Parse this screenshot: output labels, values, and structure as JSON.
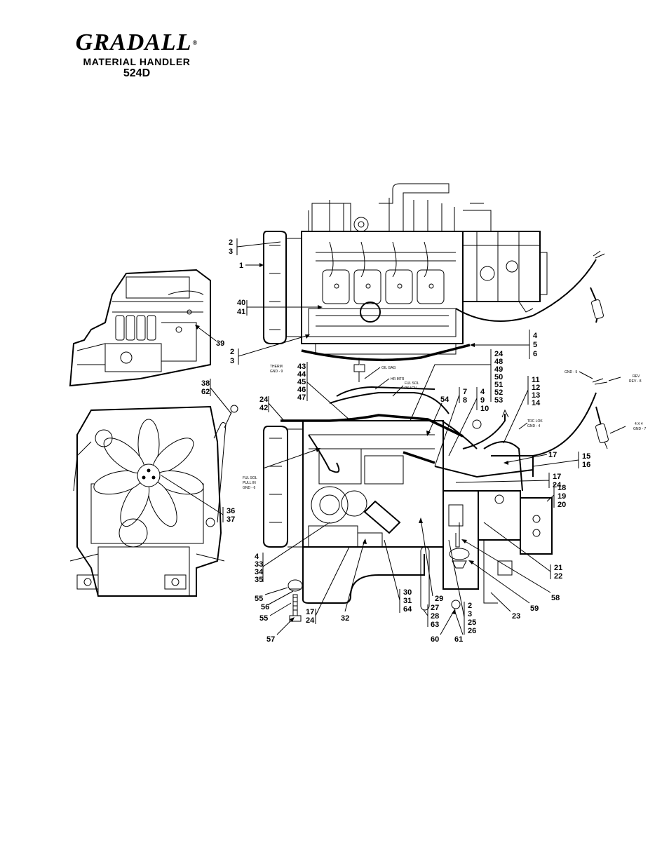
{
  "header": {
    "brand": "GRADALL",
    "brand_mark": "®",
    "product": "MATERIAL HANDLER",
    "model": "524D"
  },
  "wire_labels": {
    "therm": "THERM",
    "therm_gnd": "GND - 9",
    "oil_gag": "OIL GAG",
    "hr_mtr": "HR MTR",
    "ful_sol": "FUL SOL",
    "ps_ign": "PS IGN",
    "ful_sol_pull": "FUL SOL",
    "pull_in": "PULL IN",
    "pull_gnd": "GND - 6",
    "trc_lok": "TRC LOK",
    "trc_gnd": "GND - 4",
    "gnd5": "GND - 5",
    "rev": "REV",
    "rev8": "REV - 8",
    "four_x_four": "4 X 4",
    "four_gnd": "GND - 7"
  },
  "callouts": {
    "c1": [
      "2",
      "3"
    ],
    "c2": [
      "1"
    ],
    "c3": [
      "40",
      "41"
    ],
    "c4": [
      "2",
      "3"
    ],
    "c5": [
      "39"
    ],
    "c6": [
      "24",
      "48",
      "49",
      "50",
      "51",
      "52",
      "53"
    ],
    "c7": [
      "4",
      "5",
      "6"
    ],
    "c8": [
      "43",
      "44",
      "45",
      "46",
      "47"
    ],
    "c9": [
      "38",
      "62"
    ],
    "c10": [
      "24",
      "42"
    ],
    "c11": [
      "54"
    ],
    "c12": [
      "7",
      "8"
    ],
    "c13": [
      "4",
      "9",
      "10"
    ],
    "c14": [
      "11",
      "12",
      "13",
      "14"
    ],
    "c15": [
      "17"
    ],
    "c16": [
      "15",
      "16"
    ],
    "c17": [
      "17",
      "24"
    ],
    "c18": [
      "18",
      "19",
      "20"
    ],
    "c19": [
      "36",
      "37"
    ],
    "c20": [
      "4",
      "33",
      "34",
      "35"
    ],
    "c21": [
      "21",
      "22"
    ],
    "c22": [
      "58"
    ],
    "c23": [
      "59"
    ],
    "c24": [
      "55"
    ],
    "c25": [
      "56"
    ],
    "c26": [
      "55"
    ],
    "c27": [
      "17",
      "24"
    ],
    "c28": [
      "32"
    ],
    "c29": [
      "30",
      "31",
      "64"
    ],
    "c30": [
      "29"
    ],
    "c31": [
      "27",
      "28",
      "63"
    ],
    "c32": [
      "2",
      "3",
      "25",
      "26"
    ],
    "c33": [
      "23"
    ],
    "c34": [
      "57"
    ],
    "c35": [
      "60"
    ],
    "c36": [
      "61"
    ]
  }
}
